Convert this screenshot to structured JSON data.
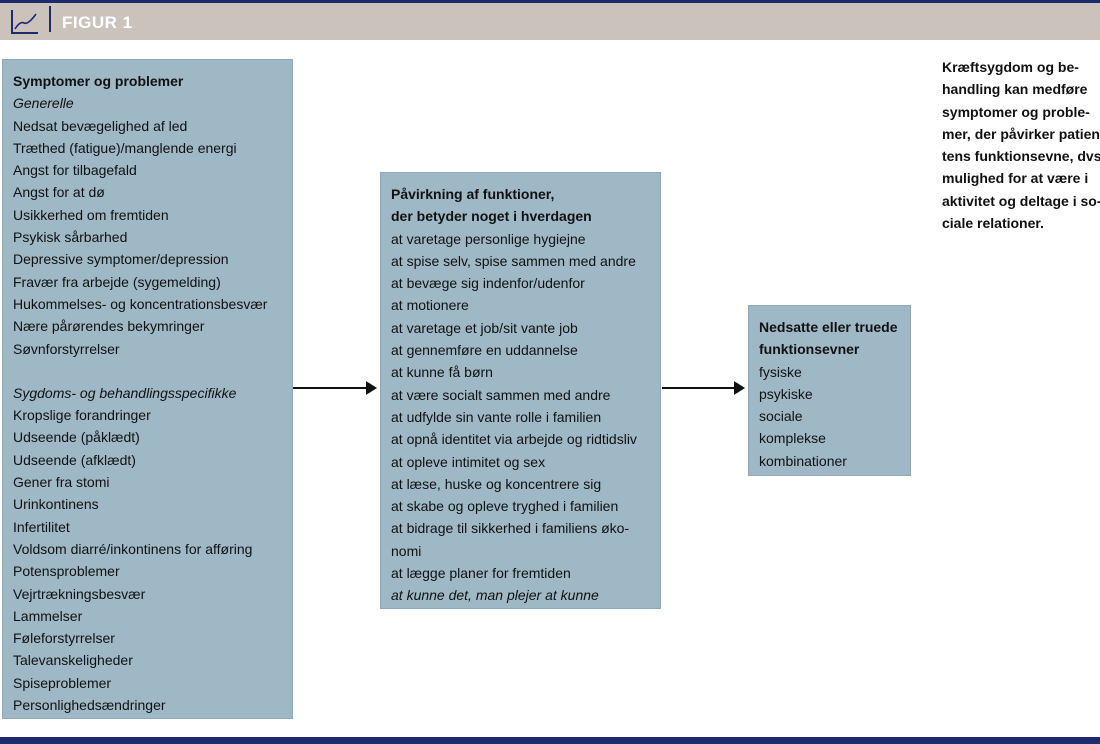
{
  "header": {
    "title": "FIGUR 1",
    "icon": "line-chart-icon"
  },
  "box_symptoms": {
    "title": "Symptomer og problemer",
    "general_heading": "Generelle",
    "general": [
      "Nedsat bevægelighed af led",
      "Træthed (fatigue)/manglende energi",
      "Angst for tilbagefald",
      "Angst for at dø",
      "Usikkerhed om fremtiden",
      "Psykisk sårbarhed",
      "Depressive symptomer/depression",
      "Fravær fra arbejde (sygemelding)",
      "Hukommelses- og koncentrationsbesvær",
      "Nære pårørendes bekymringer",
      "Søvnforstyrrelser"
    ],
    "specific_heading": "Sygdoms- og behandlingsspecifikke",
    "specific": [
      "Kropslige forandringer",
      "Udseende (påklædt)",
      "Udseende (afklædt)",
      "Gener fra stomi",
      "Urinkontinens",
      "Infertilitet",
      "Voldsom diarré/inkontinens for afføring",
      "Potensproblemer",
      "Vejrtrækningsbesvær",
      "Lammelser",
      "Føleforstyrrelser",
      "Talevanskeligheder",
      "Spiseproblemer",
      "Personlighedsændringer"
    ]
  },
  "box_functions": {
    "title_lines": [
      "Påvirkning af funktioner,",
      "der betyder noget i hverdagen"
    ],
    "items": [
      "at varetage personlige hygiejne",
      "at spise selv, spise sammen med andre",
      "at bevæge sig indenfor/udenfor",
      "at motionere",
      "at varetage et job/sit vante job",
      "at gennemføre en uddannelse",
      "at kunne få børn",
      "at være socialt sammen med andre",
      "at udfylde sin vante rolle i familien",
      "at opnå identitet via arbejde og ridtidsliv",
      "at opleve intimitet og sex",
      "at læse, huske og koncentrere sig",
      "at skabe og opleve tryghed i familien",
      "at bidrage til sikkerhed i familiens øko-",
      "nomi",
      "at lægge planer for fremtiden"
    ],
    "last_item": "at kunne det, man plejer at kunne"
  },
  "box_outcome": {
    "title_lines": [
      "Nedsatte eller truede",
      "funktionsevner"
    ],
    "items": [
      "fysiske",
      "psykiske",
      "sociale",
      "komplekse",
      "kombinationer"
    ]
  },
  "note": {
    "lines": [
      "Kræftsygdom og be-",
      "handling kan medføre",
      "symptomer og proble-",
      "mer, der påvirker patien-",
      "tens funktionsevne, dvs.",
      "mulighed for at være i",
      "aktivitet og deltage i so-",
      "ciale relationer."
    ]
  }
}
